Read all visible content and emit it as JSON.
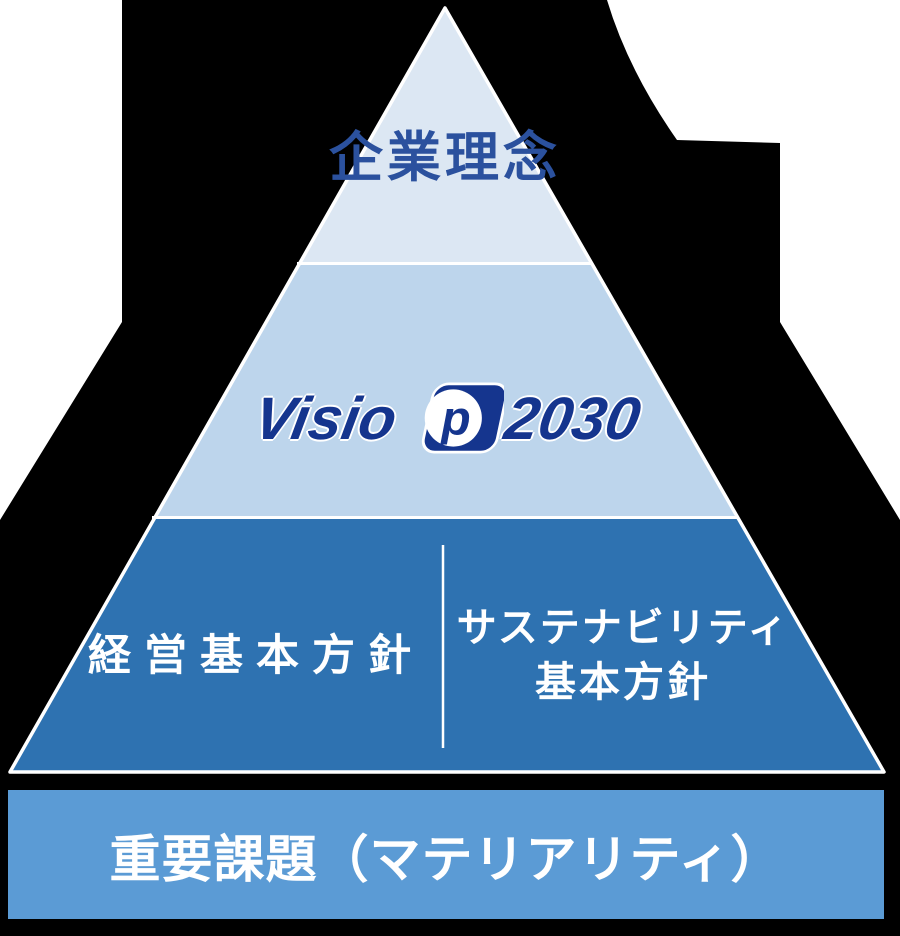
{
  "background": {
    "mask_color": "#000000",
    "page_color": "#ffffff"
  },
  "pyramid": {
    "tier1": {
      "label": "企業理念",
      "fill": "#dce7f3",
      "text_color": "#2b519e"
    },
    "tier2": {
      "fill": "#bdd5ec",
      "logo": {
        "prefix": "Visio",
        "suffix": "2030",
        "emblem_letter": "p",
        "color": "#15358e"
      }
    },
    "tier3": {
      "fill": "#2e72b1",
      "left_label": "経営基本方針",
      "right_label_line1": "サステナビリティ",
      "right_label_line2": "基本方針",
      "text_color": "#ffffff"
    }
  },
  "bar": {
    "label": "重要課題（マテリアリティ）",
    "fill": "#5b9bd5",
    "text_color": "#ffffff"
  }
}
